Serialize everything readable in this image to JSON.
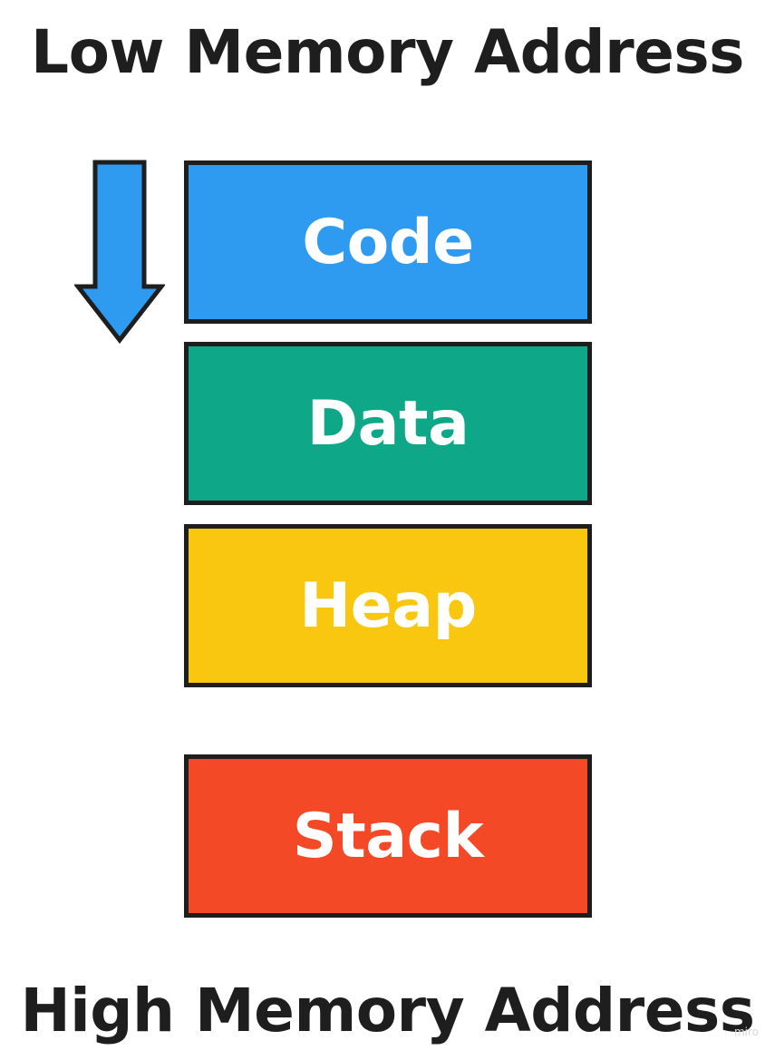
{
  "labels": {
    "top": "Low Memory Address",
    "bottom": "High Memory Address",
    "watermark": "miro"
  },
  "arrow": {
    "icon": "arrow-down-icon",
    "color": "#2f9bf0",
    "stroke": "#1e1e1e"
  },
  "segments": [
    {
      "label": "Code",
      "color": "#2f9bf0"
    },
    {
      "label": "Data",
      "color": "#0ea888"
    },
    {
      "label": "Heap",
      "color": "#f9c710"
    },
    {
      "label": "Stack",
      "color": "#f34927"
    }
  ],
  "border_color": "#1e1e1e"
}
